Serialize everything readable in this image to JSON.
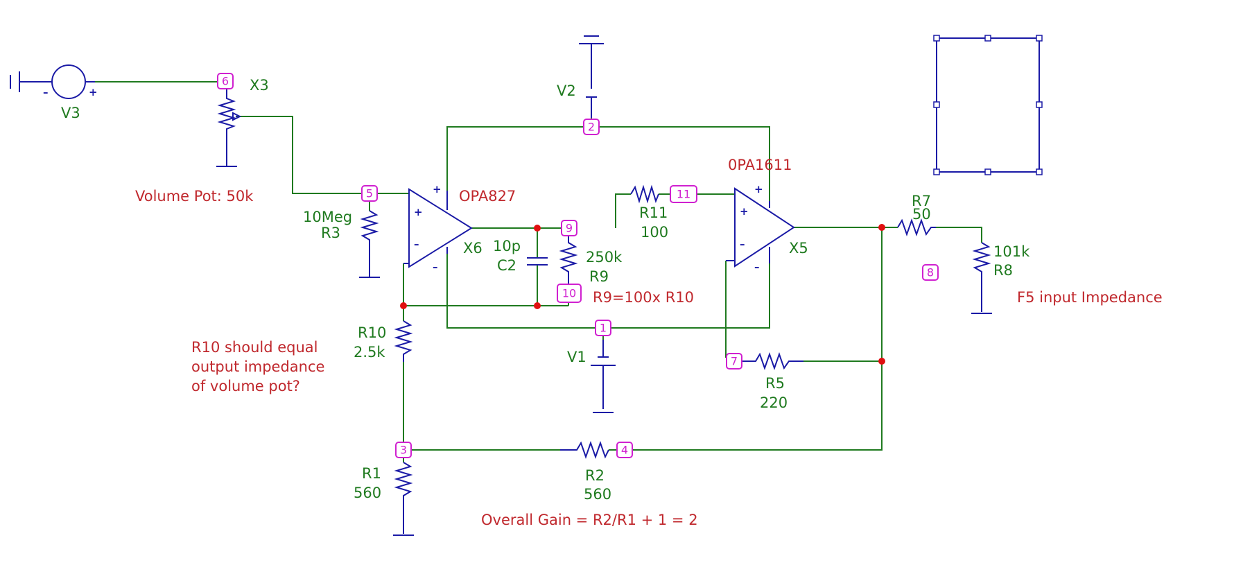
{
  "nodes": [
    "1",
    "2",
    "3",
    "4",
    "5",
    "6",
    "7",
    "8",
    "9",
    "10",
    "11"
  ],
  "components": {
    "v3": {
      "name": "V3"
    },
    "x3": {
      "name": "X3"
    },
    "v2": {
      "name": "V2"
    },
    "v1": {
      "name": "V1"
    },
    "x6": {
      "name": "X6",
      "part": "OPA827"
    },
    "x5": {
      "name": "X5",
      "part": "0PA1611"
    },
    "r3": {
      "name": "R3",
      "value": "10Meg"
    },
    "c2": {
      "name": "C2",
      "value": "10p"
    },
    "r9": {
      "name": "R9",
      "value": "250k"
    },
    "r11": {
      "name": "R11",
      "value": "100"
    },
    "r10": {
      "name": "R10",
      "value": "2.5k"
    },
    "r5": {
      "name": "R5",
      "value": "220"
    },
    "r7": {
      "name": "R7",
      "value": "50"
    },
    "r8": {
      "name": "R8",
      "value": "101k"
    },
    "r1": {
      "name": "R1",
      "value": "560"
    },
    "r2": {
      "name": "R2",
      "value": "560"
    }
  },
  "pins": {
    "plus": "+",
    "minus": "–"
  },
  "notes": {
    "volume_pot": "Volume Pot: 50k",
    "r9_ratio": "R9=100x R10",
    "r10_line1": "R10 should equal",
    "r10_line2": "output impedance",
    "r10_line3": "of volume pot?",
    "f5": "F5 input Impedance",
    "gain": "Overall Gain = R2/R1 + 1 = 2"
  }
}
